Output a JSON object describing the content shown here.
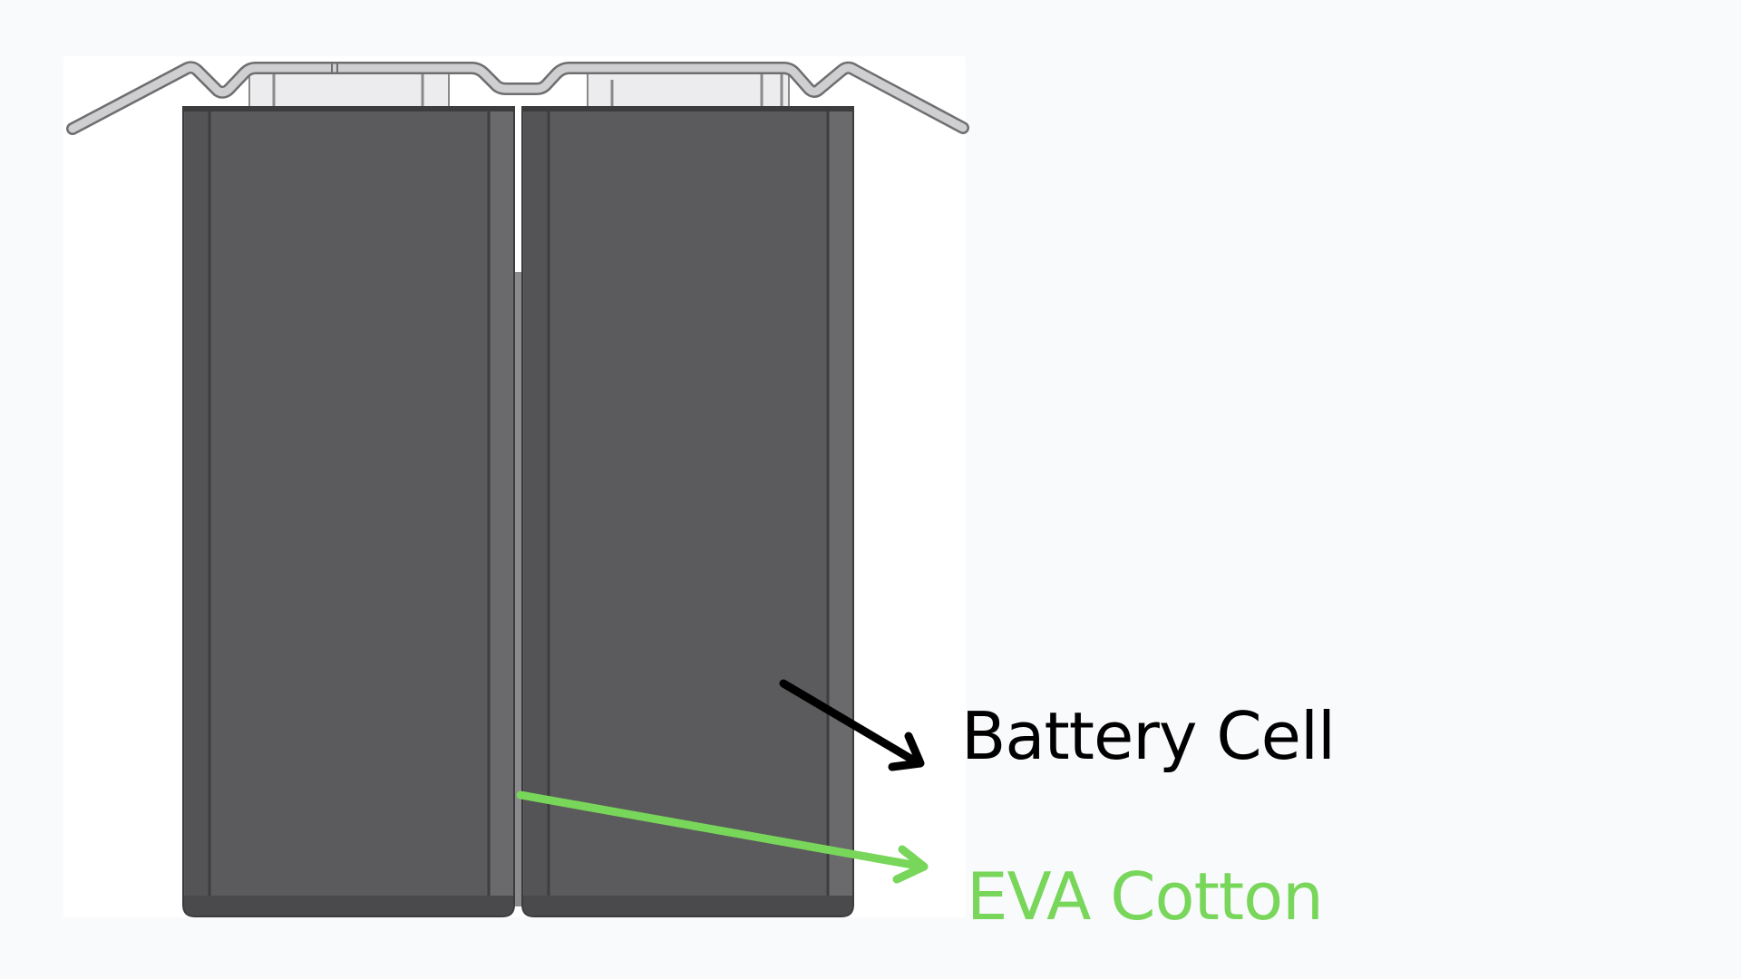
{
  "diagram": {
    "subject": "battery cells with EVA cotton separator",
    "labels": [
      {
        "id": "battery_cell",
        "text": "Battery Cell",
        "color": "#000000"
      },
      {
        "id": "eva_cotton",
        "text": "EVA Cotton",
        "color": "#78d65a"
      }
    ],
    "colors": {
      "background": "#f9fafc",
      "cell_body": "#5b5a5c",
      "cell_edge": "#4a494b",
      "bracket": "#c9c9cb",
      "bracket_outline": "#6e6e70",
      "battery_arrow": "#000000",
      "eva_arrow": "#78d65a"
    }
  }
}
